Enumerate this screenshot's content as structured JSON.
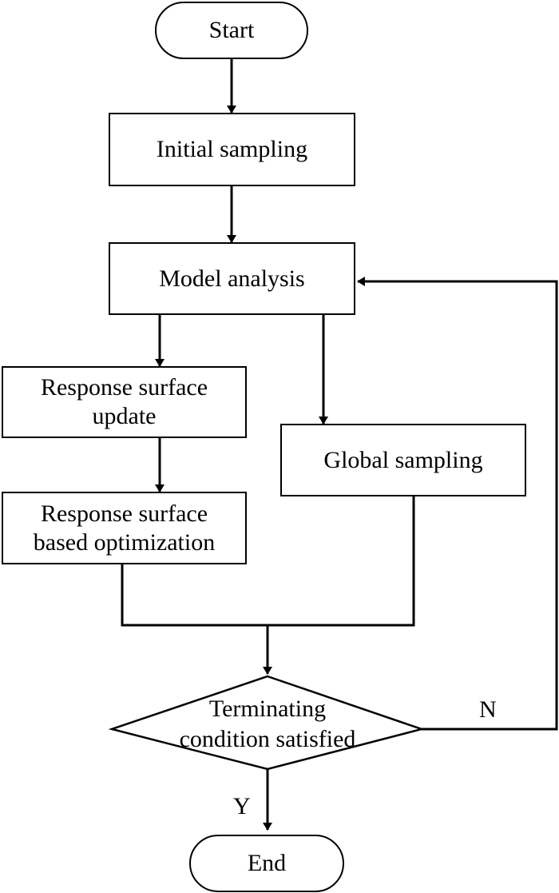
{
  "nodes": {
    "start": "Start",
    "initial_sampling": "Initial sampling",
    "model_analysis": "Model analysis",
    "rs_update": "Response surface update",
    "global_sampling": "Global sampling",
    "rs_optimization": "Response surface based optimization",
    "terminating": "Terminating condition satisfied",
    "end": "End"
  },
  "edges": {
    "no_label": "N",
    "yes_label": "Y"
  },
  "colors": {
    "stroke": "#000000",
    "background": "#ffffff"
  }
}
